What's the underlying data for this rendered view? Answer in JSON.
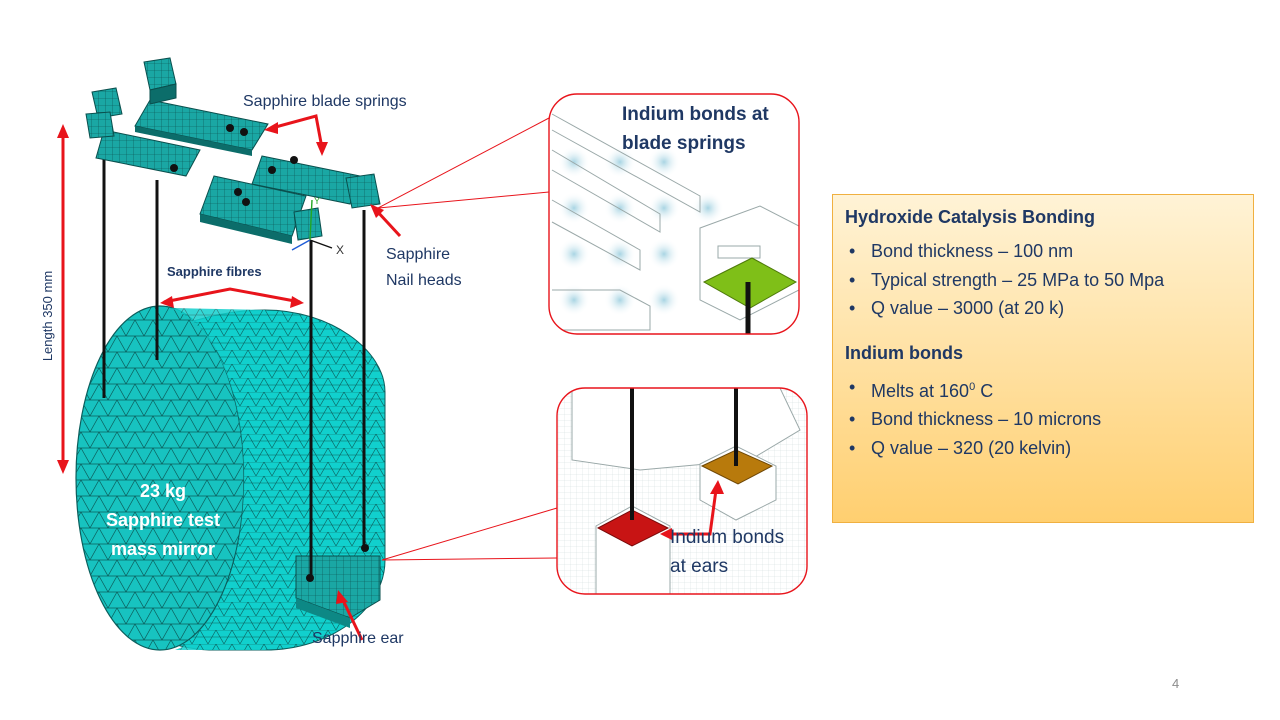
{
  "labels": {
    "blade_springs": "Sapphire blade springs",
    "length": "Length 350 mm",
    "fibres": "Sapphire fibres",
    "nail_heads_line1": "Sapphire",
    "nail_heads_line2": "Nail heads",
    "mass_line1": "23 kg",
    "mass_line2": "Sapphire test",
    "mass_line3": "mass mirror",
    "ear": "Sapphire ear",
    "axis_x": "X",
    "axis_y": "Y"
  },
  "insets": {
    "top_title_line1": "Indium bonds at",
    "top_title_line2": "blade springs",
    "bottom_title_line1": "Indium bonds",
    "bottom_title_line2": "at ears"
  },
  "info_box": {
    "hcb_title": "Hydroxide Catalysis Bonding",
    "hcb_items": [
      "Bond thickness – 100 nm",
      "Typical strength – 25 MPa to 50 Mpa",
      "Q value – 3000 (at 20 k)"
    ],
    "indium_title": "Indium bonds",
    "melts_prefix": "Melts at 160",
    "melts_sup": "0",
    "melts_suffix": " C",
    "indium_items": [
      "Bond thickness – 10 microns",
      "Q value – 320 (20 kelvin)"
    ]
  },
  "page_number": "4",
  "colors": {
    "mesh_teal": "#10c7c4",
    "mesh_dark": "#0b6d6a",
    "arrow_red": "#e8141b",
    "text_navy": "#1f3864",
    "indium_green": "#7fbf18",
    "indium_red": "#c81414",
    "indium_brown": "#b87a0c"
  }
}
